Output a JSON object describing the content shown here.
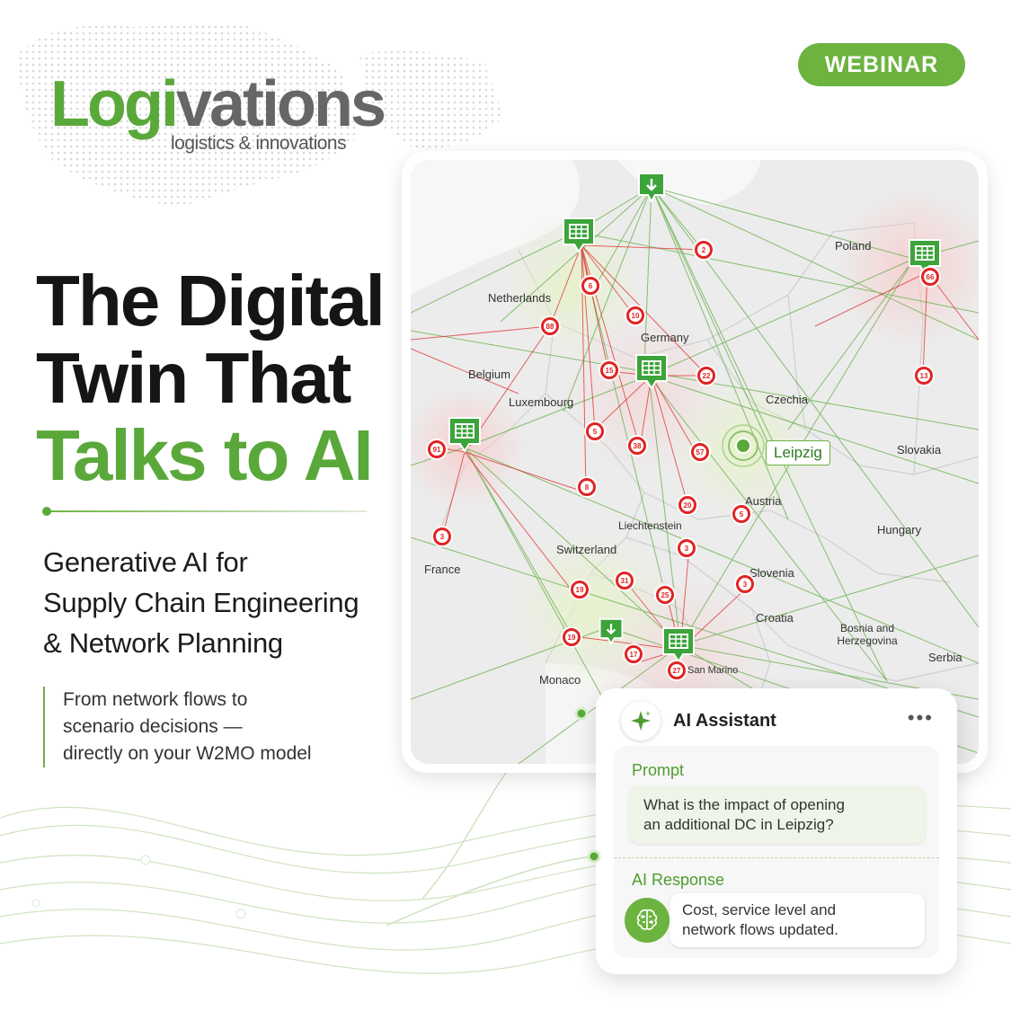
{
  "brand": {
    "name_green": "Logi",
    "name_gray": "vations",
    "tagline": "logistics & innovations"
  },
  "badge": {
    "label": "WEBINAR"
  },
  "headline": {
    "line1": "The Digital",
    "line2": "Twin That",
    "line3": "Talks to AI"
  },
  "subheadline": {
    "line1": "Generative AI for",
    "line2": "Supply Chain Engineering",
    "line3": "& Network Planning"
  },
  "quote": {
    "line1": "From network flows to",
    "line2": "scenario decisions —",
    "line3": "directly on your W2MO model"
  },
  "map": {
    "country_labels": [
      "Poland",
      "Netherlands",
      "Germany",
      "Belgium",
      "Luxembourg",
      "Czechia",
      "Slovakia",
      "Austria",
      "Hungary",
      "Liechtenstein",
      "Switzerland",
      "France",
      "Slovenia",
      "Croatia",
      "Bosnia and Herzegovina",
      "Serbia",
      "Monaco",
      "San Marino"
    ],
    "highlight_city": "Leipzig",
    "markers": [
      "2",
      "66",
      "6",
      "10",
      "88",
      "15",
      "22",
      "13",
      "91",
      "5",
      "38",
      "57",
      "8",
      "20",
      "5",
      "3",
      "3",
      "31",
      "19",
      "25",
      "3",
      "19",
      "17",
      "27"
    ]
  },
  "assistant": {
    "title": "AI Assistant",
    "more_icon": "more-horizontal-icon",
    "prompt_label": "Prompt",
    "prompt_line1": "What is the impact of opening",
    "prompt_line2": "an additional DC in Leipzig?",
    "response_label": "AI Response",
    "response_line1": "Cost, service level and",
    "response_line2": "network flows updated."
  },
  "colors": {
    "brand_green": "#6cb33f",
    "text_green": "#5aa83a",
    "marker_red": "#e02424"
  }
}
